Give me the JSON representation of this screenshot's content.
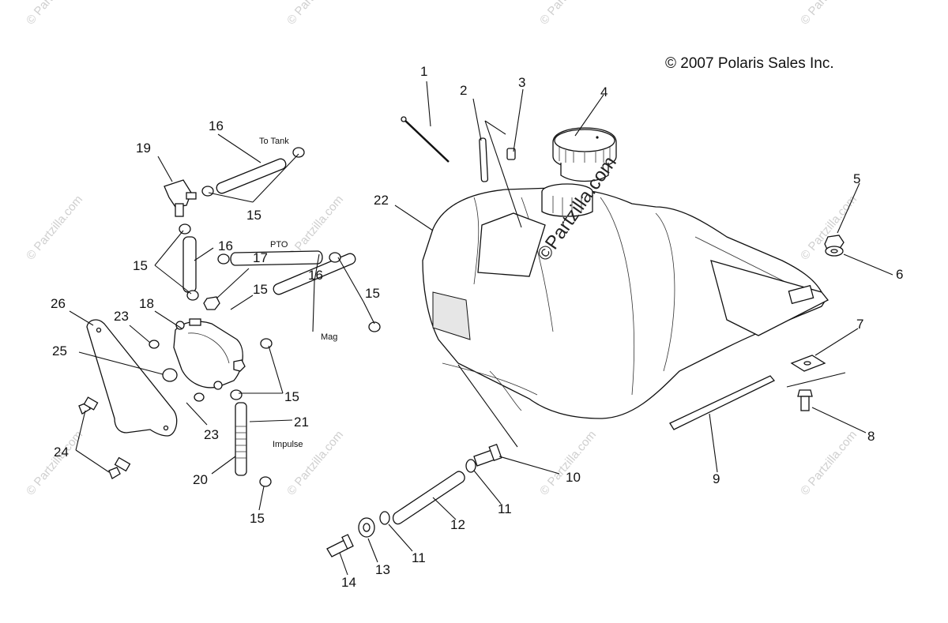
{
  "copyright": "© 2007 Polaris Sales Inc.",
  "watermark": "© Partzilla.com",
  "watermark_center": "©Partzilla.com",
  "callouts": [
    "1",
    "2",
    "3",
    "4",
    "5",
    "6",
    "7",
    "8",
    "9",
    "10",
    "11",
    "12",
    "13",
    "14",
    "15",
    "16",
    "17",
    "18",
    "19",
    "20",
    "21",
    "22",
    "23",
    "24",
    "25",
    "26"
  ],
  "notes": {
    "to_tank": "To Tank",
    "pto": "PTO",
    "mag": "Mag",
    "impulse": "Impulse"
  }
}
